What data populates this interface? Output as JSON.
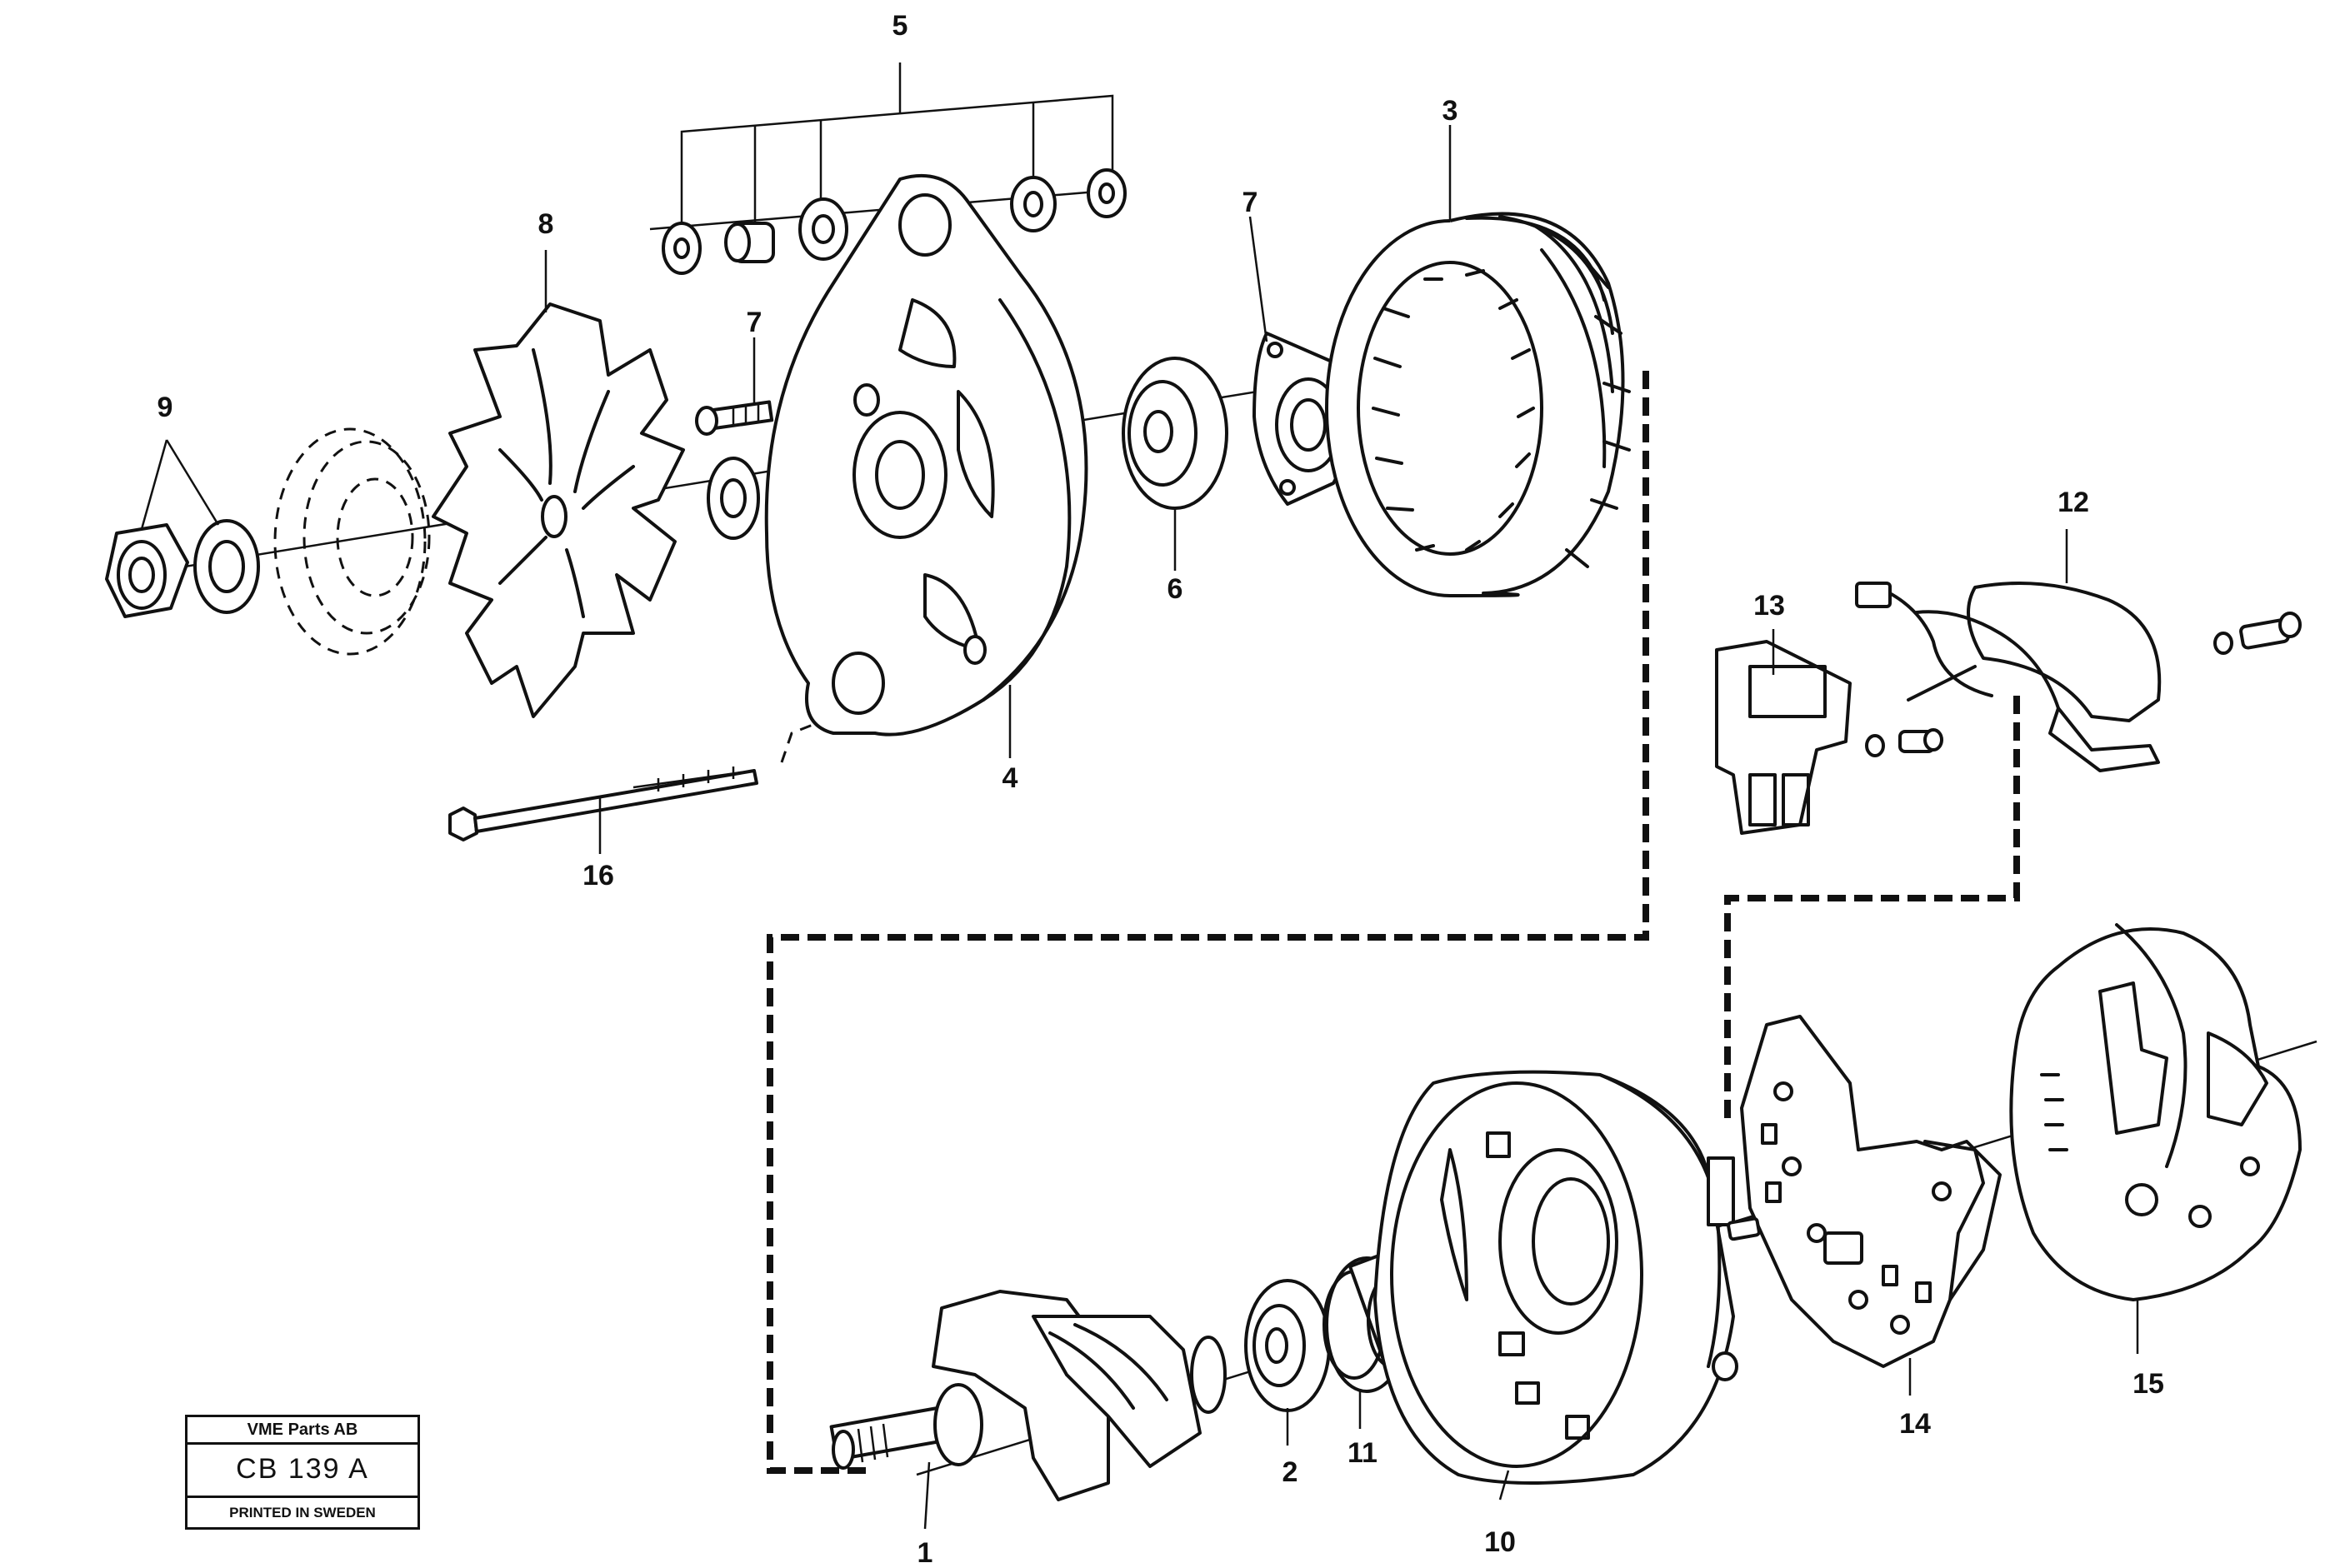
{
  "callouts": {
    "c1": "1",
    "c2": "2",
    "c3": "3",
    "c4": "4",
    "c5": "5",
    "c6": "6",
    "c7a": "7",
    "c7b": "7",
    "c8": "8",
    "c9": "9",
    "c10": "10",
    "c11": "11",
    "c12": "12",
    "c13": "13",
    "c14": "14",
    "c15": "15",
    "c16": "16"
  },
  "stamp": {
    "company": "VME Parts AB",
    "code": "CB 139 A",
    "printed": "PRINTED IN SWEDEN"
  }
}
